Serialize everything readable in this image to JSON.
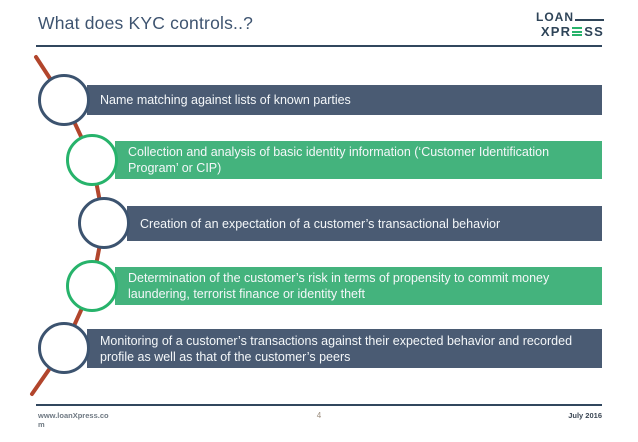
{
  "slide": {
    "title": "What does KYC controls..?",
    "logo": {
      "line1": "LOAN",
      "line2_prefix": "XPR",
      "line2_suffix": "SS"
    },
    "steps": [
      {
        "text": "Name matching against lists of known parties",
        "variant": "dark"
      },
      {
        "text": "Collection and analysis of basic identity information (‘Customer Identification Program’ or CIP)",
        "variant": "green"
      },
      {
        "text": "Creation of an expectation of a customer’s transactional behavior",
        "variant": "dark"
      },
      {
        "text": "Determination of the customer’s risk in terms of propensity to commit money laundering, terrorist finance or identity theft",
        "variant": "green"
      },
      {
        "text": "Monitoring of a customer’s transactions against their expected behavior and recorded profile as well as that of the customer’s peers",
        "variant": "dark"
      }
    ],
    "footer": {
      "website_lines": [
        "www.loanXpress.co",
        "m"
      ],
      "page_number": "4",
      "date": "July 2016"
    },
    "colors": {
      "bar_dark": "#4A5B73",
      "bar_green": "#44B37D",
      "connector_red": "#B2452C",
      "navy_rule": "#31475E",
      "circle_dark_border": "#3C536F",
      "circle_green_border": "#27B36B",
      "title_text": "#3E5470"
    }
  }
}
